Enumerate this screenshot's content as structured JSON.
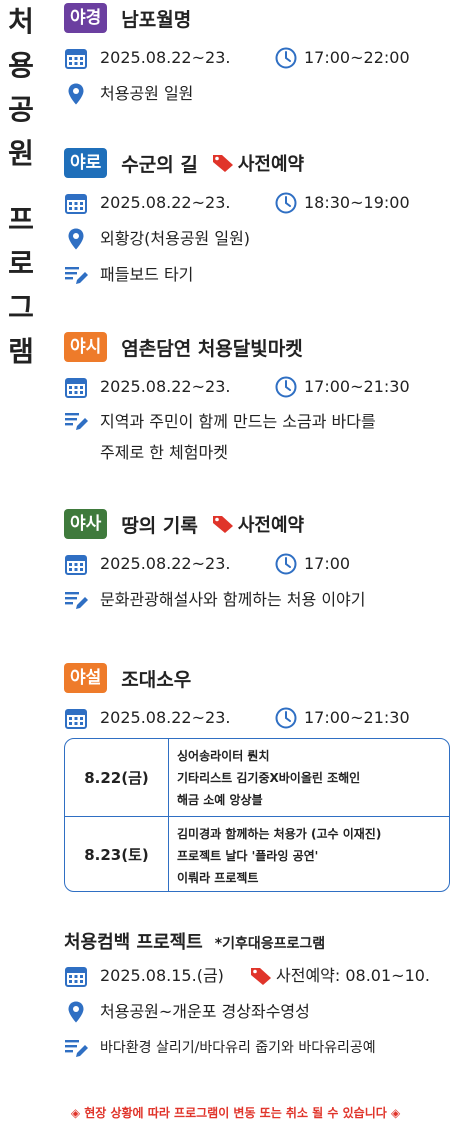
{
  "vertical_title": [
    "처",
    "용",
    "공",
    "원",
    "프",
    "로",
    "그",
    "램"
  ],
  "colors": {
    "badge_purple": "#6b3fa0",
    "badge_blue": "#1f6fba",
    "badge_orange": "#ee7b2a",
    "badge_green": "#3f7a3c",
    "icon_blue": "#2f6fc3",
    "tag_red": "#e0342a"
  },
  "sections": [
    {
      "badge": "야경",
      "title": "남포월명",
      "date": "2025.08.22~23.",
      "time": "17:00~22:00",
      "location": "처용공원 일원"
    },
    {
      "badge": "야로",
      "title": "수군의 길",
      "reservation": "사전예약",
      "date": "2025.08.22~23.",
      "time": "18:30~19:00",
      "location": "외황강(처용공원 일원)",
      "program": "패들보드 타기"
    },
    {
      "badge": "야시",
      "title": "염촌담연 처용달빛마켓",
      "date": "2025.08.22~23.",
      "time": "17:00~21:30",
      "program_line1": "지역과 주민이 함께 만드는 소금과 바다를",
      "program_line2": "주제로 한 체험마켓"
    },
    {
      "badge": "야사",
      "title": "땅의 기록",
      "reservation": "사전예약",
      "date": "2025.08.22~23.",
      "time": "17:00",
      "program": "문화관광해설사와 함께하는 처용 이야기"
    },
    {
      "badge": "야설",
      "title": "조대소우",
      "date": "2025.08.22~23.",
      "time": "17:00~21:30"
    }
  ],
  "schedule_table": [
    {
      "date": "8.22(금)",
      "items": [
        "싱어송라이터 뤈치",
        "기타리스트 김기중X바이올린 조해인",
        "해금 소예 앙상블"
      ]
    },
    {
      "date": "8.23(토)",
      "items": [
        "김미경과 함께하는 처용가 (고수 이재진)",
        "프로젝트 날다 '플라잉 공연'",
        "이뤄라 프로젝트"
      ]
    }
  ],
  "comeback": {
    "title": "처용컴백 프로젝트",
    "subtitle": "*기후대응프로그램",
    "date": "2025.08.15.(금)",
    "reservation": "사전예약: 08.01~10.",
    "location": "처용공원~개운포 경상좌수영성",
    "program": "바다환경 살리기/바다유리 줍기와 바다유리공예"
  },
  "notice": "◈ 현장 상황에 따라 프로그램이 변동 또는 취소 될 수 있습니다 ◈"
}
